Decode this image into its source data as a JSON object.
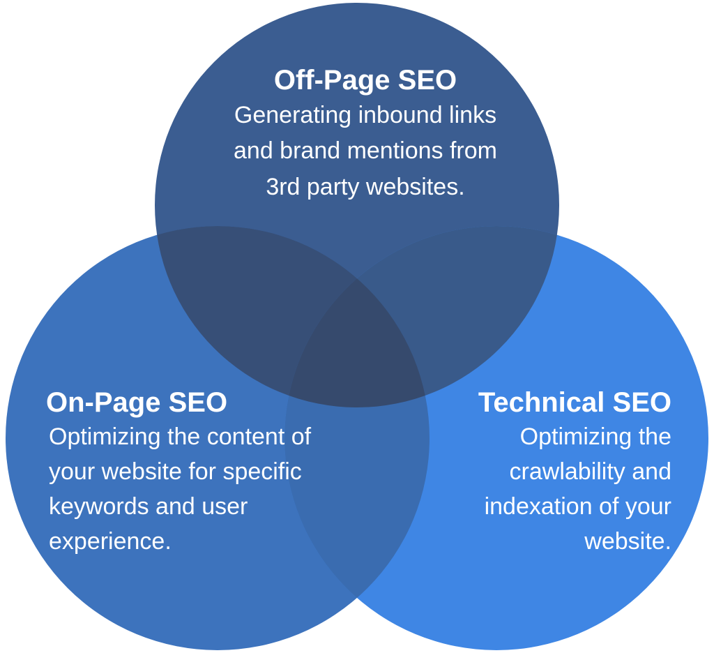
{
  "diagram": {
    "type": "venn-3-circles",
    "background": "#ffffff",
    "text_color": "#ffffff",
    "circles": [
      {
        "id": "off-page-seo",
        "label": "Off-Page SEO",
        "description": "Generating inbound links and brand mentions from 3rd party websites.",
        "color": "#3b5d91",
        "lines": [
          "Generating inbound links",
          "and brand mentions from",
          "3rd party websites."
        ]
      },
      {
        "id": "on-page-seo",
        "label": "On-Page SEO",
        "description": "Optimizing the content of your website for specific keywords and user experience.",
        "color": "#3d73bd",
        "lines": [
          "Optimizing the content of",
          "your website for specific",
          "keywords and user",
          "experience."
        ]
      },
      {
        "id": "technical-seo",
        "label": "Technical SEO",
        "description": "Optimizing the crawlability and indexation of your website.",
        "color": "#3f86e4",
        "lines": [
          "Optimizing the",
          "crawlability and",
          "indexation of your",
          "website."
        ]
      }
    ],
    "overlaps": {
      "off_on": "#374f77",
      "off_technical": "#395a8a",
      "on_technical": "#3a6cb0",
      "center": "#364a6d"
    }
  }
}
